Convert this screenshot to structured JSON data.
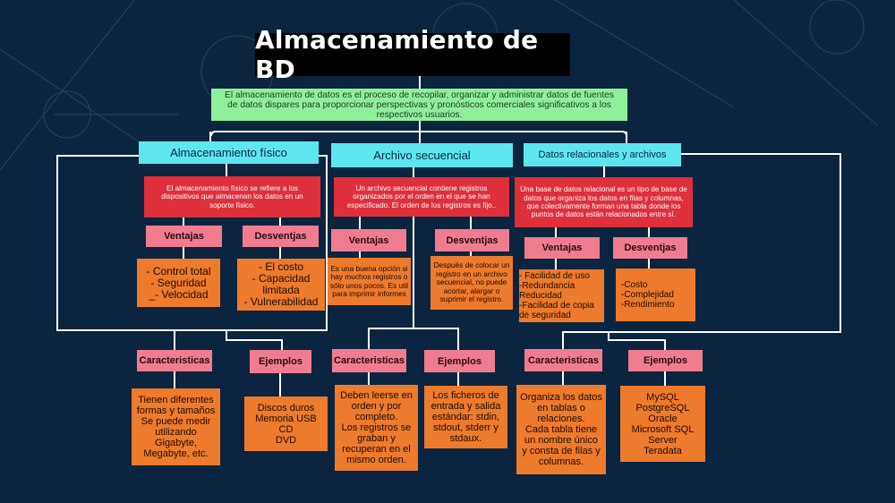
{
  "title": "Almacenamiento de BD",
  "intro": "El almacenamiento de datos es el proceso de recopilar, organizar y administrar datos de fuentes de datos dispares para proporcionar perspectivas y pronósticos comerciales significativos a los respectivos usuarios.",
  "colors": {
    "background": "#0b2540",
    "title_bg": "#000000",
    "intro_bg": "#90f09a",
    "category_bg": "#5ee6f0",
    "definition_bg": "#de2f3a",
    "label_bg": "#f07c8f",
    "detail_bg": "#ee7a2c",
    "connector": "#ffffff"
  },
  "columns": [
    {
      "heading": "Almacenamiento físico",
      "definition": "El almacenamiento físico se refiere a los dispositivos que almacenan los datos en un soporte físico.",
      "ventajas_label": "Ventajas",
      "ventajas": "- Control total\n- Seguridad\n_- Velocidad",
      "desventajas_label": "Desventjas",
      "desventajas": "- El costo\n- Capacidad\nlimitada\n- Vulnerabilidad",
      "caracteristicas_label": "Caracteristicas",
      "caracteristicas": "Tienen diferentes\nformas y tamaños\nSe puede medir\nutilizando\nGigabyte,\nMegabyte, etc.",
      "ejemplos_label": "Ejemplos",
      "ejemplos": "Discos duros\nMemoria USB\nCD\nDVD"
    },
    {
      "heading": "Archivo secuencial",
      "definition": "Un archivo secuencial contiene registros organizados por el orden en el que se han especificado. El orden de los registros es fijo..",
      "ventajas_label": "Ventajas",
      "ventajas": "Es una buena opción si hay muchos registros o sólo unos pocos. Es util para imprimir informes",
      "desventajas_label": "Desventjas",
      "desventajas": "Después de colocar un registro en un archivo secuencial, no puede acortar, alargar o suprimir el registro.",
      "caracteristicas_label": "Caracteristicas",
      "caracteristicas": "Deben leerse en\norden y por\ncompleto.\nLos registros se\ngraban y\nrecuperan en el\nmismo orden.",
      "ejemplos_label": "Ejemplos",
      "ejemplos": "Los ficheros de\nentrada y salida\nestándar: stdin,\nstdout, stderr y\nstdaux."
    },
    {
      "heading": "Datos relacionales y archivos",
      "definition": "Una base de datos relacional es un tipo de base de datos que organiza los datos en filas y columnas, que colectivamente forman una tabla donde los puntos de datos están relacionados entre sí.",
      "ventajas_label": "Ventajas",
      "ventajas": "- Facilidad de uso\n-Redundancia\nReducidad\n-Facilidad de copia\nde seguridad",
      "desventajas_label": "Desventjas",
      "desventajas": "-Costo\n-Complejidad\n-Rendimiento",
      "caracteristicas_label": "Caracteristicas",
      "caracteristicas": "Organiza los datos\nen tablas o\nrelaciones.\nCada tabla tiene\nun nombre único\ny consta de filas y\ncolumnas.",
      "ejemplos_label": "Ejemplos",
      "ejemplos": "MySQL\nPostgreSQL\nOracle\nMicrosoft SQL\nServer\nTeradata"
    }
  ]
}
